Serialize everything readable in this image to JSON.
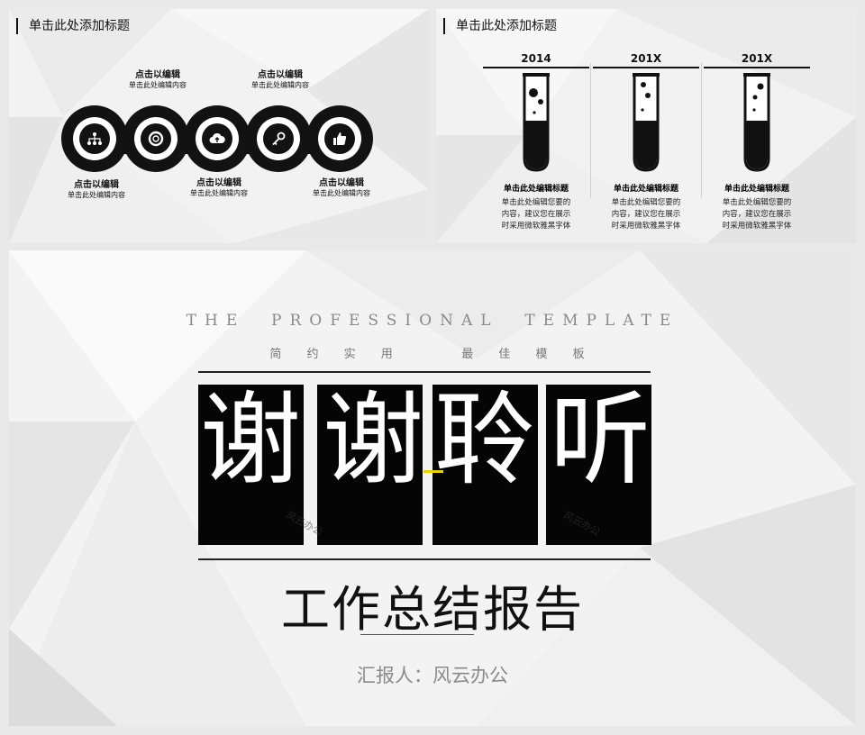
{
  "slide1": {
    "title": "单击此处添加标题",
    "labels": [
      {
        "bold": "点击以编辑",
        "sub": "单击此处编辑内容"
      },
      {
        "bold": "点击以编辑",
        "sub": "单击此处编辑内容"
      },
      {
        "bold": "点击以编辑",
        "sub": "单击此处编辑内容"
      },
      {
        "bold": "点击以编辑",
        "sub": "单击此处编辑内容"
      },
      {
        "bold": "点击以编辑",
        "sub": "单击此处编辑内容"
      }
    ],
    "icons": [
      "network-icon",
      "lifebuoy-icon",
      "cloud-upload-icon",
      "key-icon",
      "thumbs-up-icon"
    ]
  },
  "slide2": {
    "title": "单击此处添加标题",
    "columns": [
      {
        "year": "2014",
        "heading": "单击此处编辑标题",
        "body1": "单击此处编辑您要的",
        "body2": "内容，建议您在展示",
        "body3": "时采用微软雅黑字体"
      },
      {
        "year": "201X",
        "heading": "单击此处编辑标题",
        "body1": "单击此处编辑您要的",
        "body2": "内容，建议您在展示",
        "body3": "时采用微软雅黑字体"
      },
      {
        "year": "201X",
        "heading": "单击此处编辑标题",
        "body1": "单击此处编辑您要的",
        "body2": "内容，建议您在展示",
        "body3": "时采用微软雅黑字体"
      }
    ]
  },
  "slide3": {
    "tagline": "THE  PROFESSIONAL  TEMPLATE",
    "subtitle": "简 约 实 用    最 佳 模 板",
    "chars": [
      "谢",
      "谢",
      "聆",
      "听"
    ],
    "title": "工作总结报告",
    "reporter": "汇报人：风云办公",
    "watermark": "风云办公"
  },
  "colors": {
    "dark": "#121212",
    "accent": "#e8d300",
    "grey_text": "#8a8a8a"
  }
}
